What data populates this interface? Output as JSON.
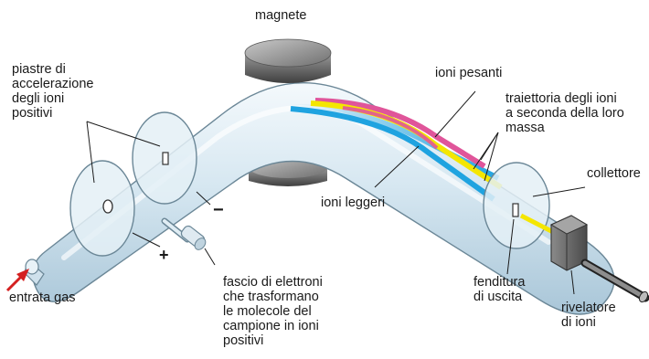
{
  "labels": {
    "magnete": "magnete",
    "piastre": [
      "piastre di",
      "accelerazione",
      "degli ioni",
      "positivi"
    ],
    "ioni_pesanti": "ioni pesanti",
    "traiettoria": [
      "traiettoria degli ioni",
      "a seconda della loro",
      "massa"
    ],
    "collettore": "collettore",
    "ioni_leggeri": "ioni leggeri",
    "minus": "−",
    "plus": "+",
    "entrata_gas": "entrata gas",
    "fascio": [
      "fascio di elettroni",
      "che trasformano",
      "le molecole del",
      "campione in ioni",
      "positivi"
    ],
    "fenditura": [
      "fenditura",
      "di uscita"
    ],
    "rivelatore": [
      "rivelatore",
      "di ioni"
    ]
  },
  "colors": {
    "tube_glass": "#cfe3ee",
    "beam_blue": "#1fa3e0",
    "beam_magenta": "#e0559a",
    "beam_yellow": "#f4e600",
    "magnet": "#7d7d7d",
    "arrow_red": "#d42020"
  }
}
